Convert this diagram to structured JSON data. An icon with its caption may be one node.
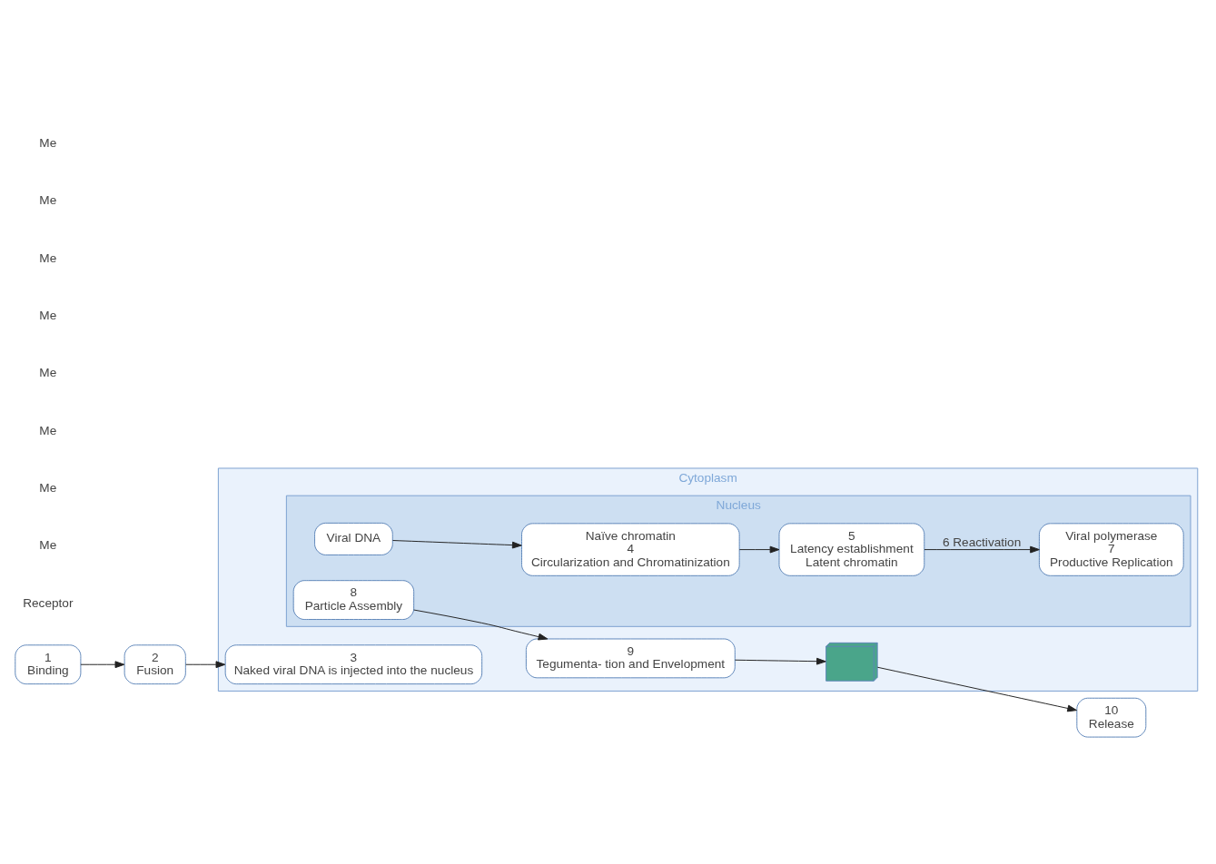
{
  "diagram": {
    "nodes": [
      {
        "text": [
          "Cytoplasm"
        ]
      },
      {
        "text": [
          "Nucleus"
        ],
        "in": 0
      },
      {
        "text": [
          "1",
          "Binding"
        ]
      },
      {
        "text": [
          "2",
          "Fusion"
        ]
      },
      {
        "text": [
          "3",
          "Naked viral DNA is injected into the nucleus"
        ],
        "in": 0
      },
      {
        "text": [
          "Viral DNA"
        ],
        "in": 1
      },
      {
        "text": [
          "Naïve chromatin",
          "4",
          "Circularization and Chromatinization"
        ],
        "in": 1
      },
      {
        "text": [
          "5",
          "Latency establishment",
          "Latent chromatin"
        ],
        "in": 1
      },
      {
        "text": [
          "Viral polymerase",
          "7",
          "Productive Replication"
        ],
        "in": 1
      },
      {
        "text": [
          "8",
          "Particle Assembly"
        ],
        "in": 1
      },
      {
        "text": [
          "9",
          "Tegumenta- tion and Envelopment"
        ],
        "in": 0
      },
      {
        "text": [],
        "shape": "picture",
        "in": 0
      },
      {
        "text": [
          "10",
          "Release"
        ]
      }
    ],
    "edges": [
      {
        "from": 2,
        "to": 3,
        "arrow": "to"
      },
      {
        "from": 3,
        "to": 4,
        "arrow": "to"
      },
      {
        "from": 5,
        "to": 6,
        "arrow": "to"
      },
      {
        "from": 6,
        "to": 7,
        "arrow": "to"
      },
      {
        "from": 7,
        "to": 8,
        "arrow": "to",
        "label": "6 Reactivation"
      },
      {
        "from": 9,
        "to": 10,
        "arrow": "to"
      },
      {
        "from": 10,
        "to": 11,
        "arrow": "to"
      },
      {
        "from": 11,
        "to": 12,
        "arrow": "to"
      }
    ],
    "labels": [
      "Receptor",
      "Me",
      "Me",
      "Me",
      "Me",
      "Me",
      "Me",
      "Me",
      "Me"
    ]
  }
}
